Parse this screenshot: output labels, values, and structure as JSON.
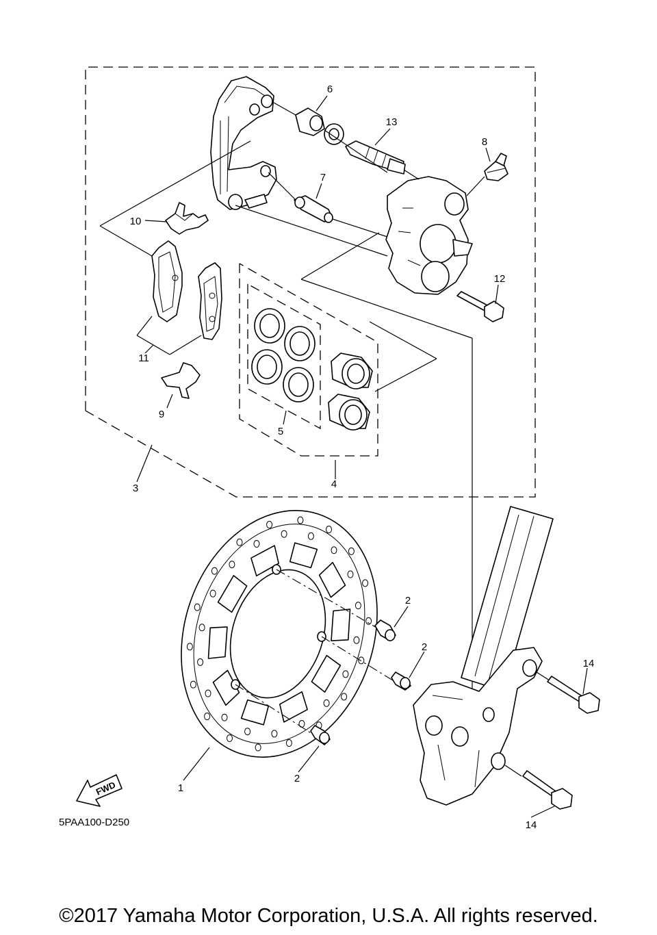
{
  "callouts": {
    "c1": "1",
    "c2a": "2",
    "c2b": "2",
    "c2c": "2",
    "c3": "3",
    "c4": "4",
    "c5": "5",
    "c6": "6",
    "c7": "7",
    "c8": "8",
    "c9": "9",
    "c10": "10",
    "c11": "11",
    "c12": "12",
    "c13": "13",
    "c14a": "14",
    "c14b": "14"
  },
  "fwd_label": "FWD",
  "diagram_code": "5PAA100-D250",
  "copyright": "©2017 Yamaha Motor Corporation, U.S.A. All rights reserved."
}
